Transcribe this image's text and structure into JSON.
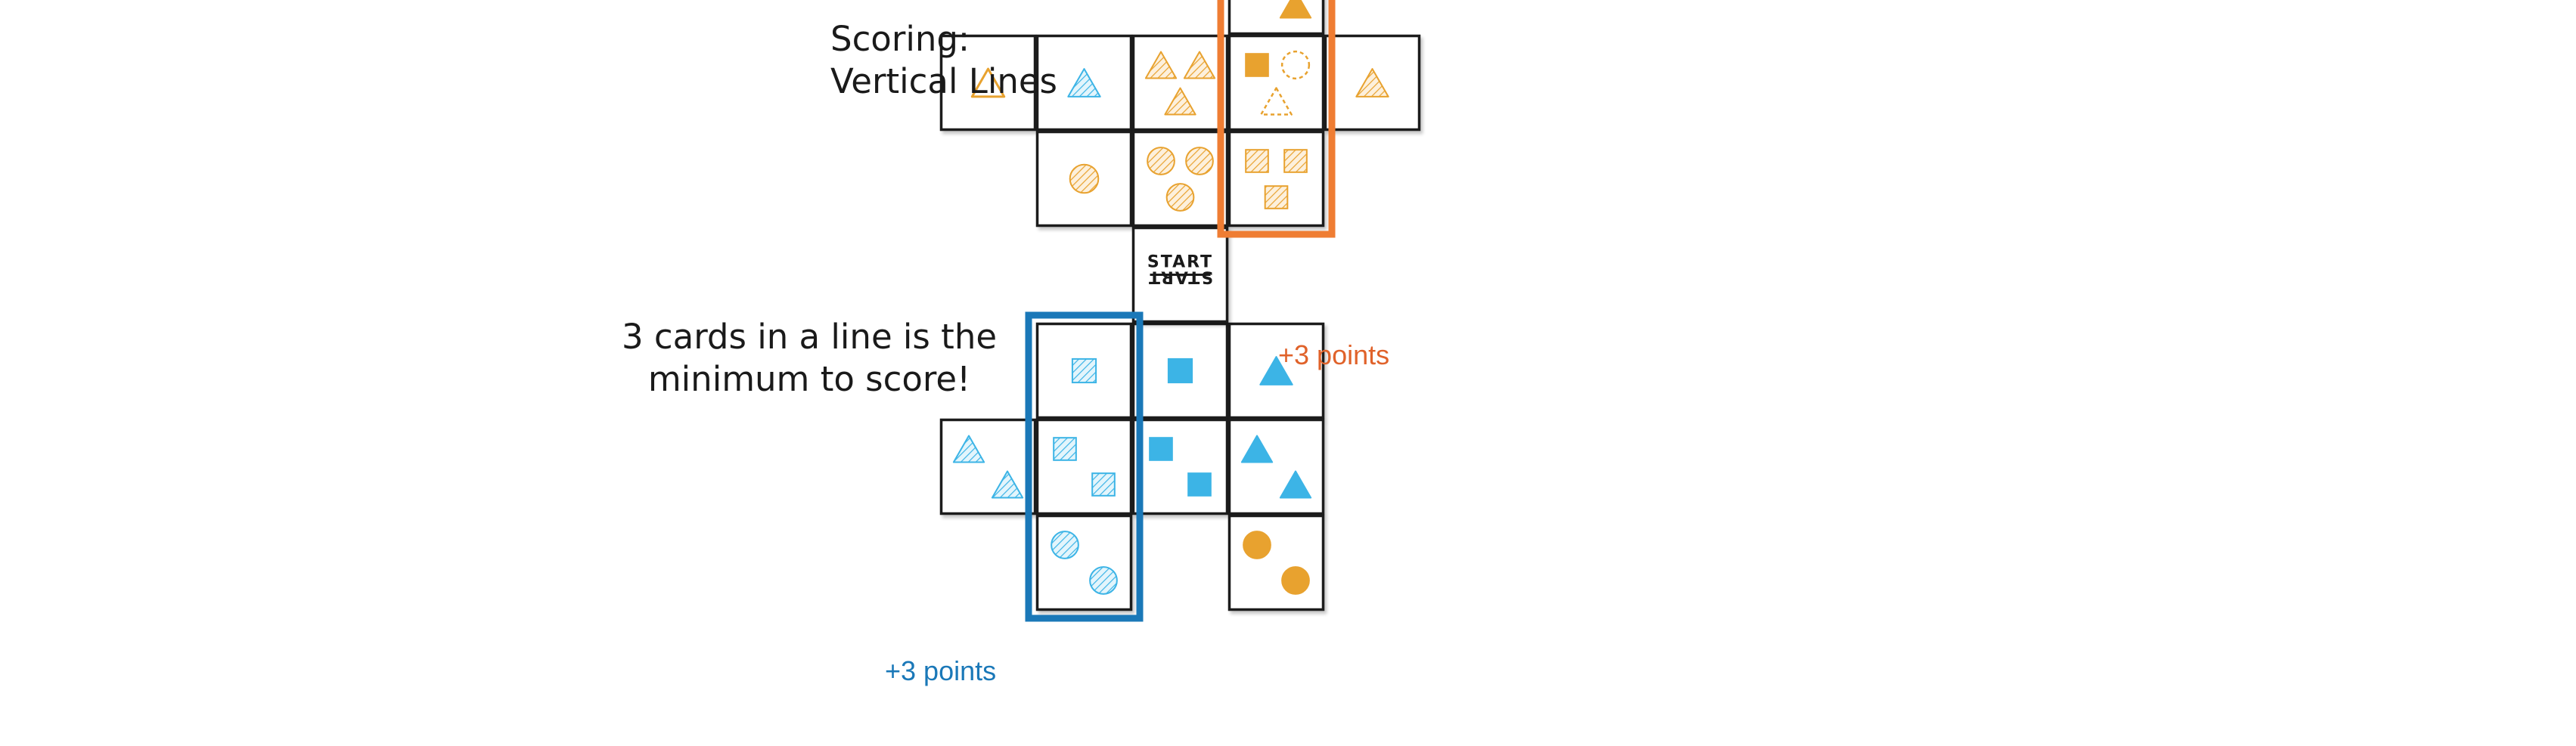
{
  "title": [
    "Scoring:",
    "Vertical Lines"
  ],
  "note": [
    "3 cards in a line is the",
    "minimum to score!"
  ],
  "points": {
    "orange": "+3 points",
    "blue": "+3 points"
  },
  "start_card": {
    "top": "START",
    "bottom": "START"
  },
  "colors": {
    "orange": "#e8a22f",
    "blue": "#3cb4e6",
    "highlight_orange": "#ef7d33",
    "highlight_blue": "#1a78b8",
    "card_border": "#1a1a1a"
  },
  "cards": [
    {
      "row": -2,
      "col": 3,
      "shapes": [
        {
          "s": "triangle",
          "c": "orange",
          "f": "solid"
        },
        {
          "s": "triangle",
          "c": "orange",
          "f": "solid"
        }
      ]
    },
    {
      "row": -1,
      "col": 0,
      "shapes": [
        {
          "s": "triangle",
          "c": "orange",
          "f": "outline"
        }
      ]
    },
    {
      "row": -1,
      "col": 1,
      "shapes": [
        {
          "s": "triangle",
          "c": "blue",
          "f": "hatch"
        }
      ]
    },
    {
      "row": -1,
      "col": 2,
      "shapes": [
        {
          "s": "triangle",
          "c": "orange",
          "f": "hatch"
        },
        {
          "s": "triangle",
          "c": "orange",
          "f": "hatch"
        },
        {
          "s": "triangle",
          "c": "orange",
          "f": "hatch"
        }
      ]
    },
    {
      "row": -1,
      "col": 3,
      "shapes": [
        {
          "s": "square",
          "c": "orange",
          "f": "solid"
        },
        {
          "s": "circle",
          "c": "orange",
          "f": "dashed"
        },
        {
          "s": "triangle",
          "c": "orange",
          "f": "dashed"
        }
      ]
    },
    {
      "row": -1,
      "col": 4,
      "shapes": [
        {
          "s": "triangle",
          "c": "orange",
          "f": "hatch"
        }
      ]
    },
    {
      "row": 0,
      "col": 1,
      "shapes": [
        {
          "s": "circle",
          "c": "orange",
          "f": "hatch"
        }
      ]
    },
    {
      "row": 0,
      "col": 2,
      "shapes": [
        {
          "s": "circle",
          "c": "orange",
          "f": "hatch"
        },
        {
          "s": "circle",
          "c": "orange",
          "f": "hatch"
        },
        {
          "s": "circle",
          "c": "orange",
          "f": "hatch"
        }
      ]
    },
    {
      "row": 0,
      "col": 3,
      "shapes": [
        {
          "s": "square",
          "c": "orange",
          "f": "hatch"
        },
        {
          "s": "square",
          "c": "orange",
          "f": "hatch"
        },
        {
          "s": "square",
          "c": "orange",
          "f": "hatch"
        }
      ]
    },
    {
      "row": 2,
      "col": 1,
      "shapes": [
        {
          "s": "square",
          "c": "blue",
          "f": "hatch"
        }
      ]
    },
    {
      "row": 2,
      "col": 2,
      "shapes": [
        {
          "s": "square",
          "c": "blue",
          "f": "solid"
        }
      ]
    },
    {
      "row": 2,
      "col": 3,
      "shapes": [
        {
          "s": "triangle",
          "c": "blue",
          "f": "solid"
        }
      ]
    },
    {
      "row": 3,
      "col": 0,
      "shapes": [
        {
          "s": "triangle",
          "c": "blue",
          "f": "hatch"
        },
        {
          "s": "triangle",
          "c": "blue",
          "f": "hatch"
        }
      ]
    },
    {
      "row": 3,
      "col": 1,
      "shapes": [
        {
          "s": "square",
          "c": "blue",
          "f": "hatch"
        },
        {
          "s": "square",
          "c": "blue",
          "f": "hatch"
        }
      ]
    },
    {
      "row": 3,
      "col": 2,
      "shapes": [
        {
          "s": "square",
          "c": "blue",
          "f": "solid"
        },
        {
          "s": "square",
          "c": "blue",
          "f": "solid"
        }
      ]
    },
    {
      "row": 3,
      "col": 3,
      "shapes": [
        {
          "s": "triangle",
          "c": "blue",
          "f": "solid"
        },
        {
          "s": "triangle",
          "c": "blue",
          "f": "solid"
        }
      ]
    },
    {
      "row": 4,
      "col": 1,
      "shapes": [
        {
          "s": "circle",
          "c": "blue",
          "f": "hatch"
        },
        {
          "s": "circle",
          "c": "blue",
          "f": "hatch"
        }
      ]
    },
    {
      "row": 4,
      "col": 3,
      "shapes": [
        {
          "s": "circle",
          "c": "orange",
          "f": "solid"
        },
        {
          "s": "circle",
          "c": "orange",
          "f": "solid"
        }
      ]
    }
  ],
  "highlights": [
    {
      "color": "highlight_orange",
      "col": 3,
      "row_from": -2,
      "row_to": 0
    },
    {
      "color": "highlight_blue",
      "col": 1,
      "row_from": 2,
      "row_to": 4
    }
  ]
}
